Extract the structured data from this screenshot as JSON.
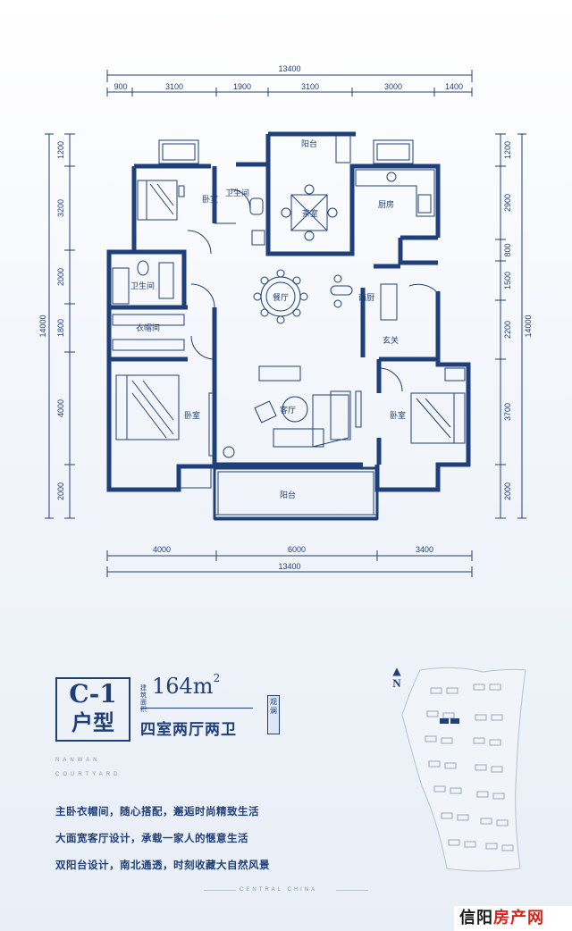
{
  "floorplan": {
    "dims_top_total": "13400",
    "dims_top": [
      "900",
      "3100",
      "1900",
      "3100",
      "3000",
      "1400"
    ],
    "dims_bottom": [
      "4000",
      "6000",
      "3400"
    ],
    "dims_bottom_total": "13400",
    "dims_left": [
      "1200",
      "3200",
      "2000",
      "1800",
      "4000",
      "2000"
    ],
    "dims_left_total": "14000",
    "dims_right": [
      "1200",
      "2900",
      "800",
      "1500",
      "2200",
      "3700",
      "2000"
    ],
    "dims_right_total": "14000",
    "rooms": {
      "bedroom": "卧室",
      "bath": "卫生间",
      "balcony": "阳台",
      "tea": "茶室",
      "kitchen": "厨房",
      "dining": "餐厅",
      "western_kitchen": "西厨",
      "walkin": "衣帽间",
      "entrance": "玄关",
      "living": "客厅"
    }
  },
  "info": {
    "code": "C-1",
    "type_label": "户型",
    "area_label": "建筑面积",
    "area_value": "164m",
    "area_sup": "2",
    "rooms": "四室两厅两卫",
    "tag": "观澜",
    "english1": "NANWAN",
    "english2": "COURTYARD",
    "features": [
      "主卧衣帽间，随心搭配，邂逅时尚精致生活",
      "大面宽客厅设计，承载一家人的惬意生活",
      "双阳台设计，南北通透，时刻收藏大自然风景"
    ],
    "footer": "CENTRAL CHINA",
    "compass": "N"
  },
  "logo": {
    "part1": "信阳",
    "part2": "房产网"
  }
}
